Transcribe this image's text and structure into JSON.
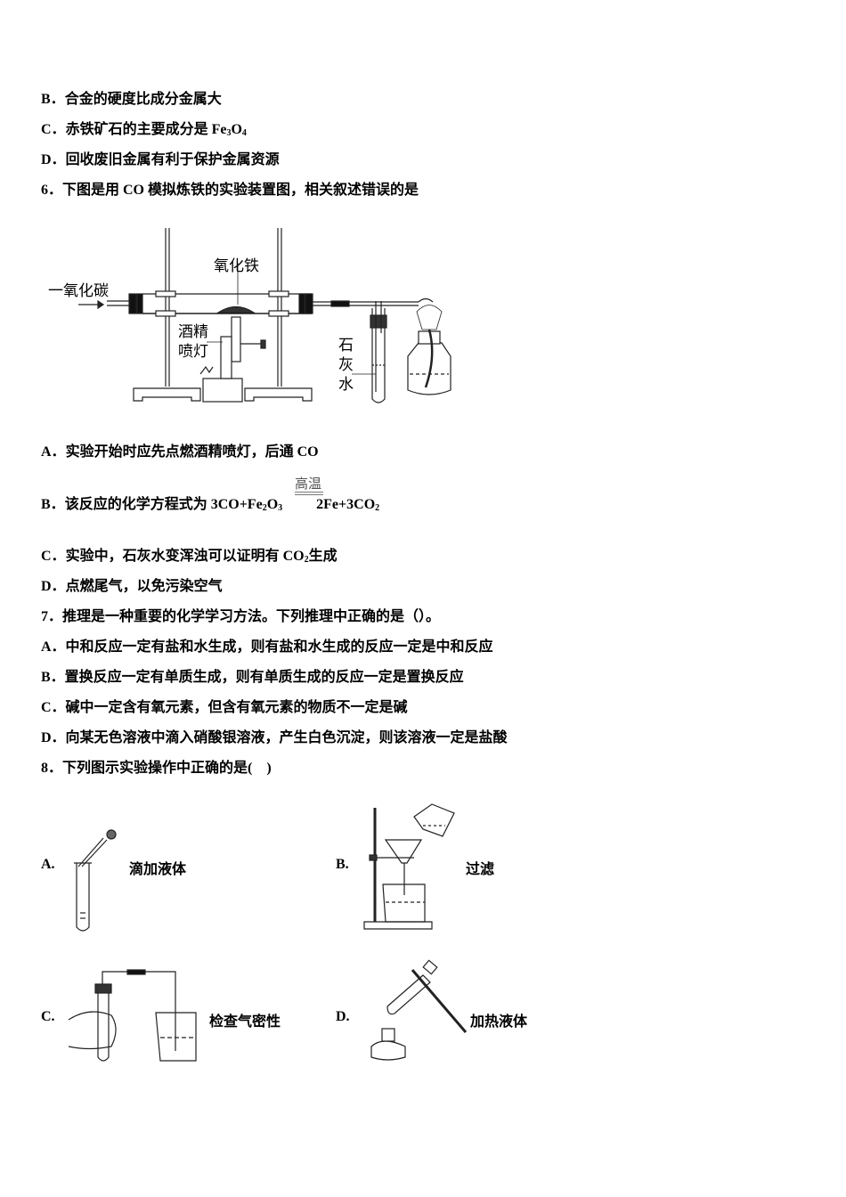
{
  "q5_options": {
    "B": {
      "letter": "B．",
      "text": "合金的硬度比成分金属大"
    },
    "C": {
      "letter": "C．",
      "text": "赤铁矿石的主要成分是 Fe",
      "sub1": "3",
      "mid": "O",
      "sub2": "4"
    },
    "D": {
      "letter": "D．",
      "text": "回收废旧金属有利于保护金属资源"
    }
  },
  "q6": {
    "stem": "6．下图是用 CO 模拟炼铁的实验装置图，相关叙述错误的是",
    "figure": {
      "label_co": "一氧化碳",
      "label_fe2o3": "氧化铁",
      "label_lamp_1": "酒精",
      "label_lamp_2": "喷灯",
      "label_limewater_1": "石",
      "label_limewater_2": "灰",
      "label_limewater_3": "水"
    },
    "options": {
      "A": {
        "letter": "A．",
        "text": "实验开始时应先点燃酒精喷灯，后通 CO"
      },
      "B": {
        "letter": "B．",
        "text": "该反应的化学方程式为 3CO+Fe",
        "sub1": "2",
        "mid": "O",
        "sub2": "3",
        "condition": "高温",
        "product": "2Fe+3CO",
        "sub3": "2"
      },
      "C": {
        "letter": "C．",
        "text": "实验中，石灰水变浑浊可以证明有 CO",
        "sub1": "2",
        "tail": "生成"
      },
      "D": {
        "letter": "D．",
        "text": "点燃尾气，以免污染空气"
      }
    }
  },
  "q7": {
    "stem": "7．推理是一种重要的化学学习方法。下列推理中正确的是（）。",
    "options": {
      "A": "A．中和反应一定有盐和水生成，则有盐和水生成的反应一定是中和反应",
      "B": "B．置换反应一定有单质生成，则有单质生成的反应一定是置换反应",
      "C": "C．碱中一定含有氧元素，但含有氧元素的物质不一定是碱",
      "D": "D．向某无色溶液中滴入硝酸银溶液，产生白色沉淀，则该溶液一定是盐酸"
    }
  },
  "q8": {
    "stem": "8．下列图示实验操作中正确的是(　)",
    "options": {
      "A": {
        "letter": "A.",
        "label": "滴加液体"
      },
      "B": {
        "letter": "B.",
        "label": "过滤"
      },
      "C": {
        "letter": "C.",
        "label": "检查气密性"
      },
      "D": {
        "letter": "D.",
        "label": "加热液体"
      }
    }
  }
}
